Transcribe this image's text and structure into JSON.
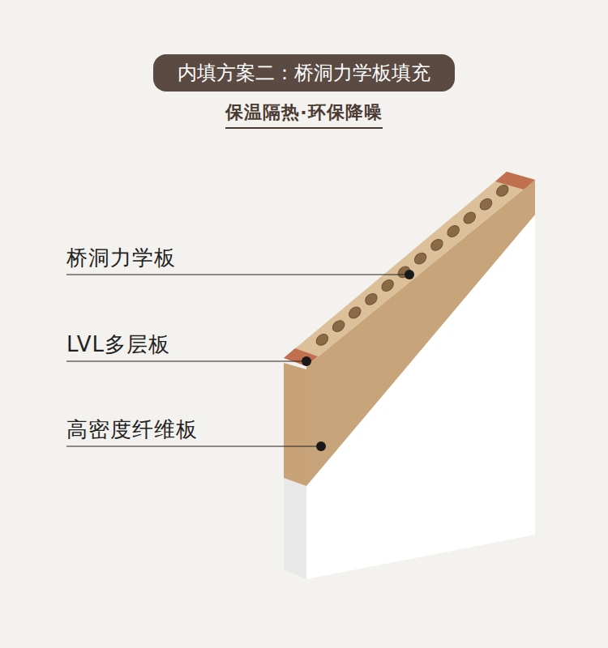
{
  "diagram": {
    "title": "内填方案二：桥洞力学板填充",
    "labels": [
      "保温隔热·环保降噪",
      "桥洞力学板",
      "LVL多层板",
      "高密度纤维板"
    ]
  }
}
